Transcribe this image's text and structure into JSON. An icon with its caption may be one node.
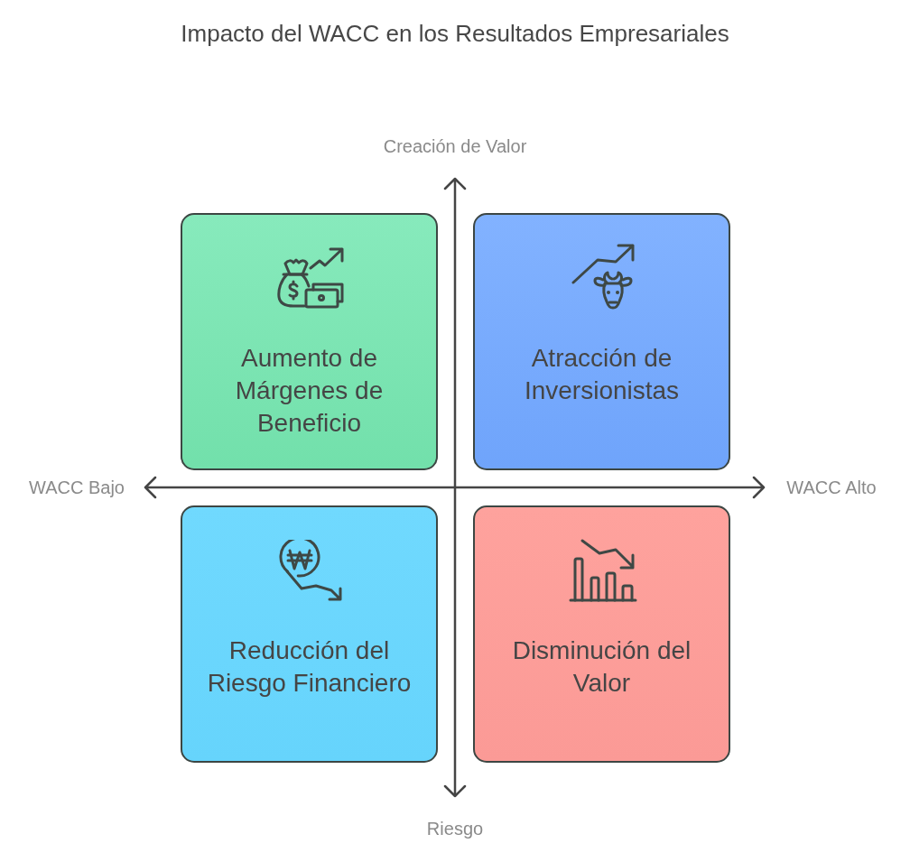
{
  "diagram": {
    "title": "Impacto del WACC en los Resultados Empresariales",
    "nodes": [
      {
        "text": [
          "Aumento de Márgenes de Beneficio"
        ]
      },
      {
        "text": [
          "Atracción de Inversionistas"
        ]
      },
      {
        "text": [
          "Reducción del Riesgo Financiero"
        ]
      },
      {
        "text": [
          "Disminución del Valor"
        ]
      }
    ],
    "labels": [
      "Creación de Valor",
      "WACC Bajo",
      "WACC Alto",
      "Riesgo"
    ]
  }
}
